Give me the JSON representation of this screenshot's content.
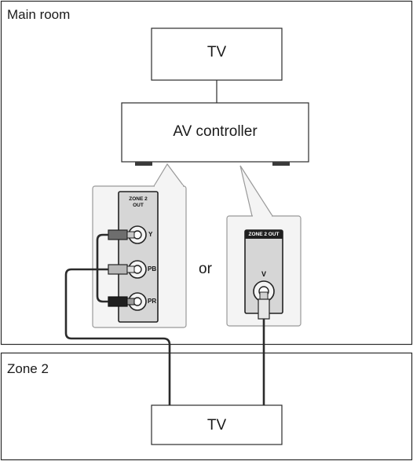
{
  "rooms": {
    "main_label": "Main room",
    "zone2_label": "Zone 2"
  },
  "devices": {
    "tv_main": "TV",
    "av_controller": "AV controller",
    "tv_zone2": "TV"
  },
  "panel_component": {
    "header_line1": "ZONE 2",
    "header_line2": "OUT",
    "jacks": [
      "Y",
      "PB",
      "PR"
    ]
  },
  "connector_word": "or",
  "panel_composite": {
    "header": "ZONE 2 OUT",
    "jack": "V"
  },
  "colors": {
    "line": "#2b2b2b",
    "panel_fill": "#f4f4f4",
    "panel_border": "#999999",
    "jack_plate": "#d6d6d6"
  }
}
